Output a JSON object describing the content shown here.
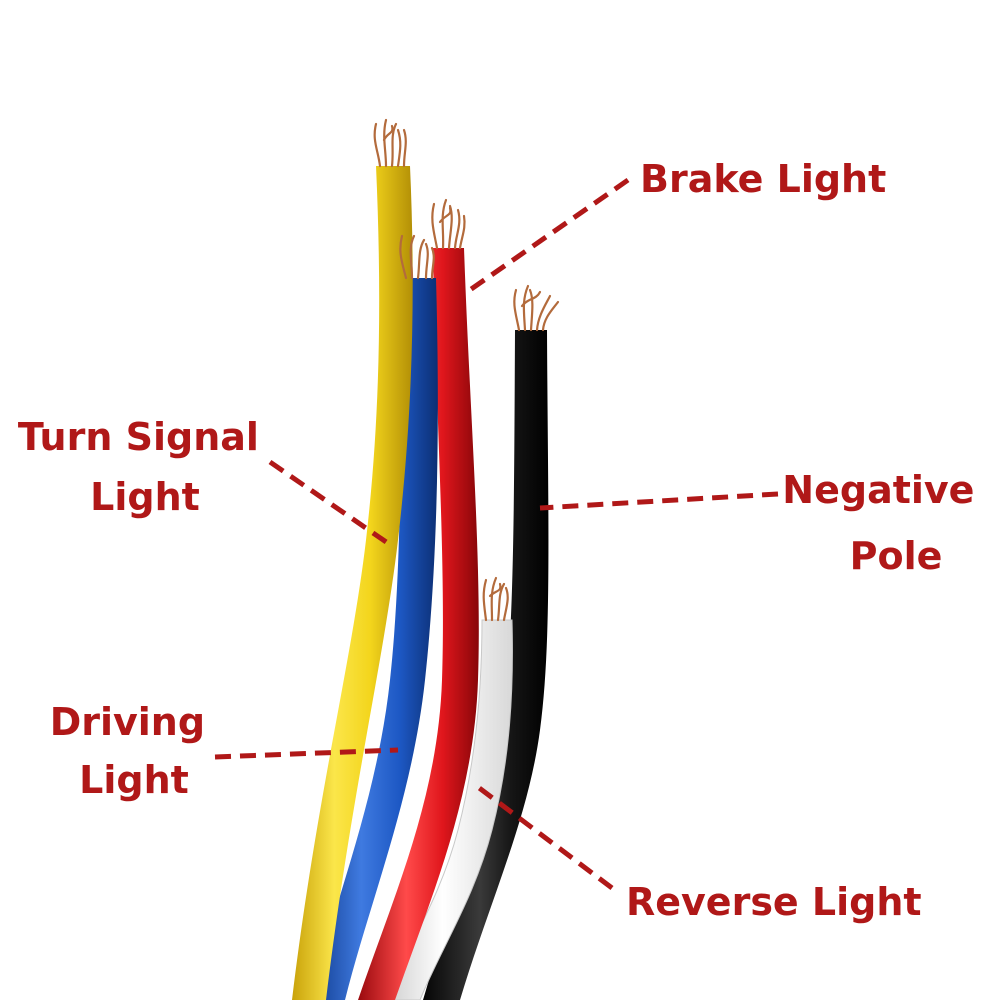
{
  "colors": {
    "label": "#b01818",
    "yellow_wire": "#f3d51c",
    "blue_wire": "#1d58c4",
    "red_wire": "#e0161c",
    "white_wire": "#f7f7f7",
    "black_wire": "#161616",
    "copper": "#b36b3c"
  },
  "labels": {
    "brake": [
      "Brake Light"
    ],
    "turn_signal": [
      "Turn Signal",
      "Light"
    ],
    "negative": [
      "Negative",
      "Pole"
    ],
    "driving": [
      "Driving",
      "Light"
    ],
    "reverse": [
      "Reverse Light"
    ]
  }
}
